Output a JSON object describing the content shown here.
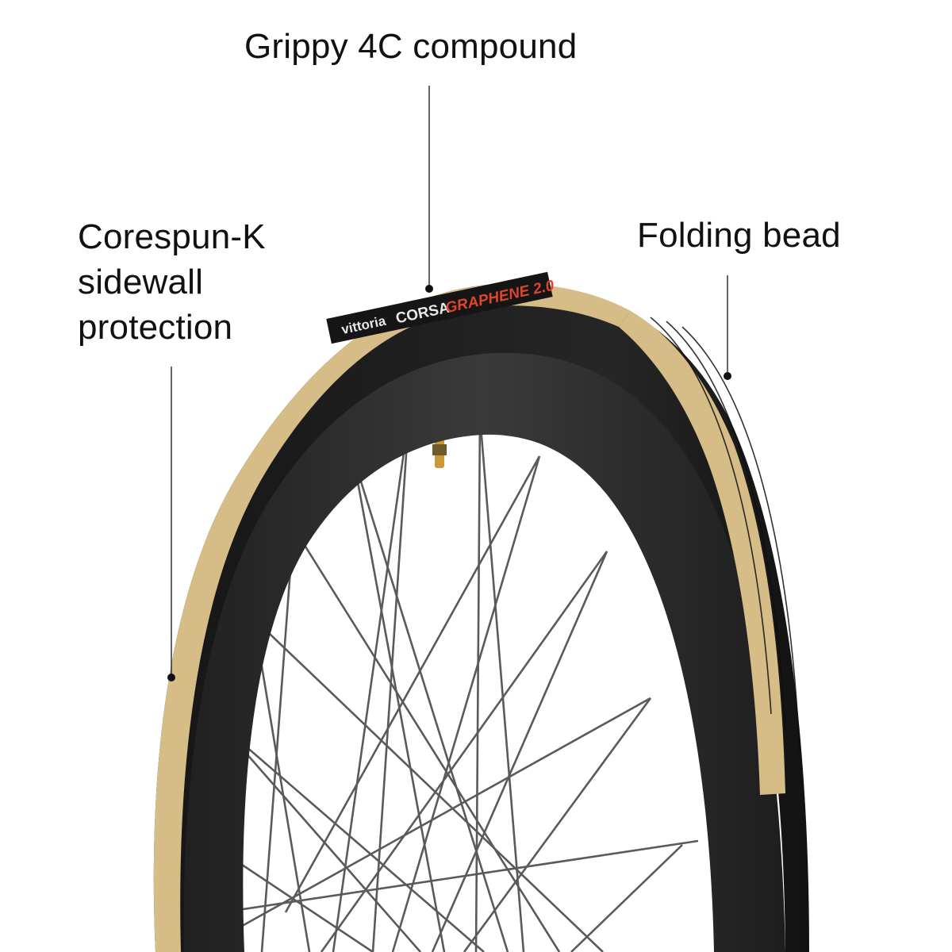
{
  "callouts": {
    "top": {
      "text": "Grippy 4C compound"
    },
    "left": {
      "lines": [
        "Corespun-K",
        "sidewall",
        "protection"
      ]
    },
    "right": {
      "text": "Folding bead"
    }
  },
  "tire_label": {
    "brand": "vittoria",
    "model": "CORSA",
    "variant": "GRAPHENE 2.0"
  },
  "colors": {
    "tread": "#1c1c1c",
    "sidewall": "#d6bc86",
    "rim": "#262626",
    "label_red": "#e0452c",
    "leader": "#222222",
    "spoke": "#5a5a5a",
    "valve": "#c89a3a"
  }
}
